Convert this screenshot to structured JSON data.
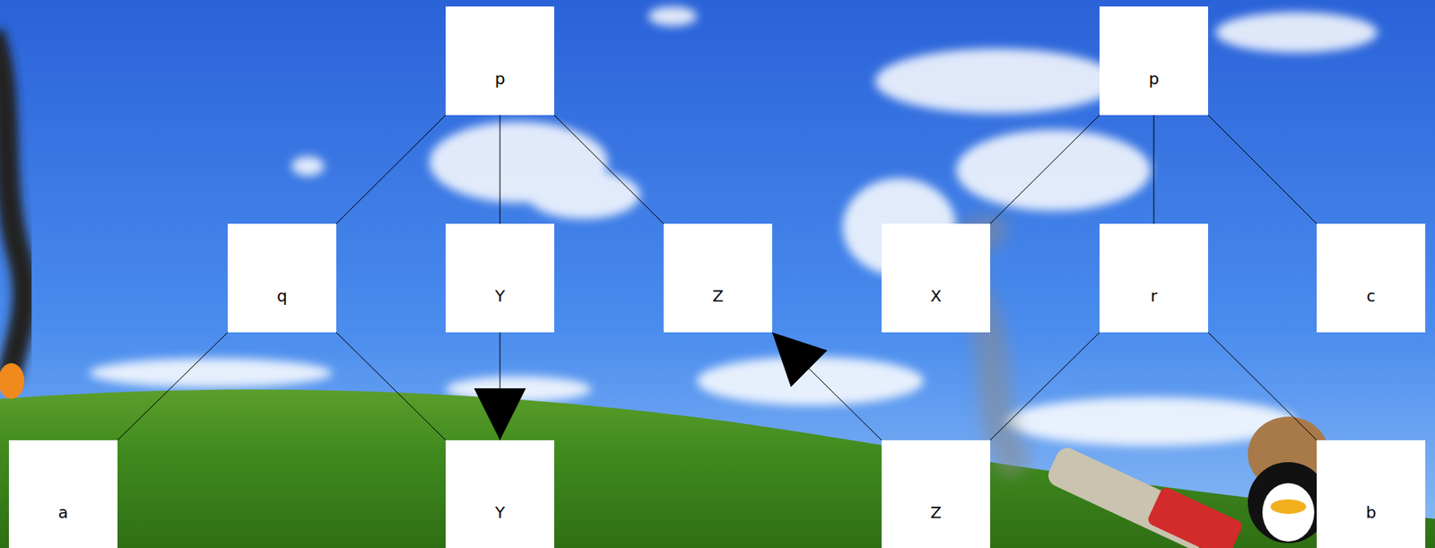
{
  "diagram": {
    "nodes": [
      {
        "text": [
          "p"
        ]
      },
      {
        "text": [
          "p"
        ]
      },
      {
        "text": [
          "q"
        ]
      },
      {
        "text": [
          "Y"
        ]
      },
      {
        "text": [
          "Z"
        ]
      },
      {
        "text": [
          "X"
        ]
      },
      {
        "text": [
          "r"
        ]
      },
      {
        "text": [
          "c"
        ]
      },
      {
        "text": [
          "a"
        ]
      },
      {
        "text": [
          "Y"
        ]
      },
      {
        "text": [
          "Z"
        ]
      },
      {
        "text": [
          "b"
        ]
      }
    ],
    "edges": [
      {
        "from": 0,
        "to": 2,
        "arrow": "none"
      },
      {
        "from": 0,
        "to": 3,
        "arrow": "none"
      },
      {
        "from": 0,
        "to": 4,
        "arrow": "none"
      },
      {
        "from": 1,
        "to": 5,
        "arrow": "none"
      },
      {
        "from": 1,
        "to": 6,
        "arrow": "none"
      },
      {
        "from": 1,
        "to": 7,
        "arrow": "none"
      },
      {
        "from": 2,
        "to": 8,
        "arrow": "none"
      },
      {
        "from": 2,
        "to": 9,
        "arrow": "none"
      },
      {
        "from": 3,
        "to": 9,
        "arrow": "to"
      },
      {
        "from": 10,
        "to": 4,
        "arrow": "to"
      },
      {
        "from": 6,
        "to": 10,
        "arrow": "none"
      },
      {
        "from": 6,
        "to": 11,
        "arrow": "none"
      }
    ]
  }
}
